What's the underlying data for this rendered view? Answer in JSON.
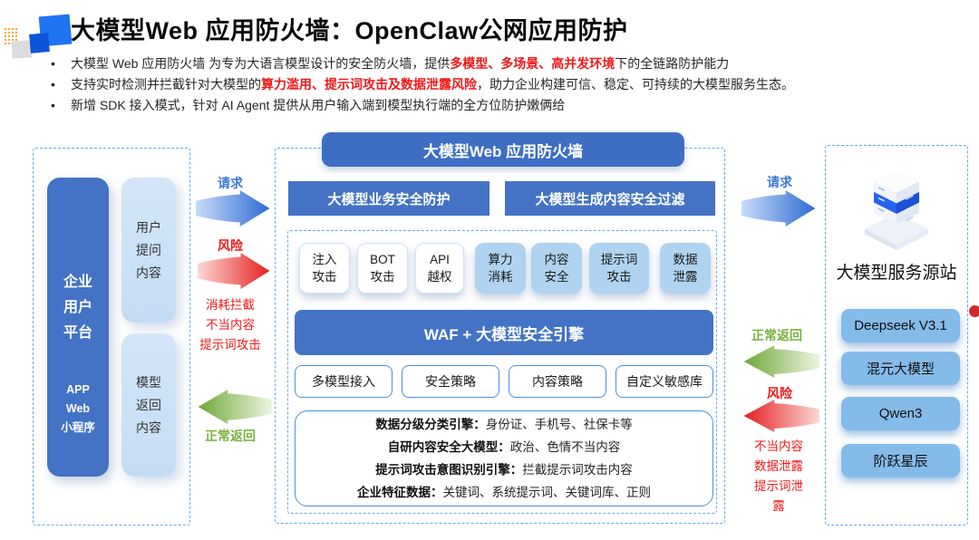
{
  "header": {
    "title": "大模型Web 应用防火墙：OpenClaw公网应用防护",
    "bullet_mark": "•",
    "bullets": [
      {
        "pre": "大模型 Web 应用防火墙 为专为大语言模型设计的安全防火墙，提供",
        "highlight": "多模型、多场景、高并发环境",
        "post": "下的全链路防护能力"
      },
      {
        "pre": "支持实时检测并拦截针对大模型的",
        "highlight": "算力滥用、提示词攻击及数据泄露风险",
        "post": "，助力企业构建可信、稳定、可持续的大模型服务生态。"
      },
      {
        "pre": "新增 SDK 接入模式，针对 AI Agent 提供从用户输入端到模型执行端的全方位防护嫩俩给",
        "highlight": "",
        "post": ""
      }
    ]
  },
  "left_panel": {
    "platform_title": "企业\n用户\n平台",
    "platform_channels": "APP\nWeb\n小程序",
    "input_box": "用户\n提问\n内容",
    "output_box": "模型\n返回\n内容"
  },
  "left_arrows": {
    "request_label": "请求",
    "risk_label": "风险",
    "risk_detail": "消耗拦截\n不当内容\n提示词攻击",
    "return_label": "正常返回"
  },
  "center": {
    "title": "大模型Web 应用防火墙",
    "modules": [
      "大模型业务安全防护",
      "大模型生成内容安全过滤"
    ],
    "attack_chips": [
      {
        "label": "注入\n攻击"
      },
      {
        "label": "BOT\n攻击"
      },
      {
        "label": "API\n越权"
      },
      {
        "label": "算力\n消耗"
      },
      {
        "label": "内容\n安全"
      },
      {
        "label": "提示词\n攻击"
      },
      {
        "label": "数据\n泄露"
      }
    ],
    "engine_title": "WAF + 大模型安全引擎",
    "policies": [
      "多模型接入",
      "安全策略",
      "内容策略",
      "自定义敏感库"
    ],
    "engine_details": [
      {
        "label": "数据分级分类引擎：",
        "desc": "身份证、手机号、社保卡等"
      },
      {
        "label": "自研内容安全大模型：",
        "desc": "政治、色情不当内容"
      },
      {
        "label": "提示词攻击意图识别引擎：",
        "desc": "拦截提示词攻击内容"
      },
      {
        "label": "企业特征数据：",
        "desc": "关键词、系统提示词、关键词库、正则"
      }
    ]
  },
  "right_arrows": {
    "request_label": "请求",
    "return_label": "正常返回",
    "risk_label": "风险",
    "risk_detail": "不当内容\n数据泄露\n提示词泄露"
  },
  "right_panel": {
    "title": "大模型服务源站",
    "models": [
      "Deepseek V3.1",
      "混元大模型",
      "Qwen3",
      "阶跃星辰"
    ]
  },
  "colors": {
    "primary_blue": "#4473c5",
    "pill_blue": "#3e6ec4",
    "chip_light_blue": "#afd3f0",
    "panel_light_blue": "#c9e0f5",
    "model_chip_blue": "#84bbe9",
    "dashed_border": "#5fabeb",
    "highlight_red": "#f01818",
    "flow_green": "#76b33e",
    "flow_blue": "#2e6bd5",
    "logo_bright_blue": "#1f74f2",
    "logo_dark_blue": "#0c55d8"
  }
}
